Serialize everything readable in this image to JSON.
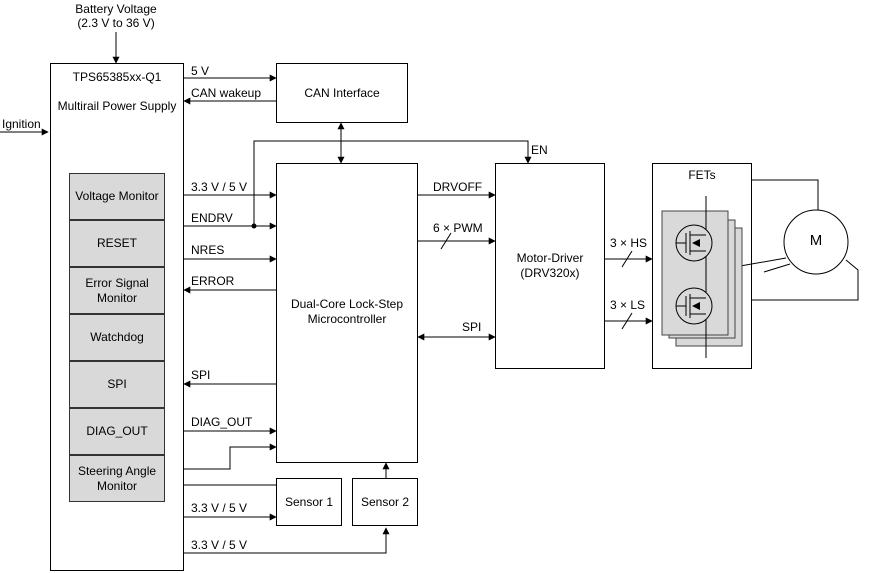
{
  "battery": {
    "line1": "Battery Voltage",
    "line2": "(2.3 V to 36 V)"
  },
  "ignition": "Ignition",
  "pmic": {
    "part": "TPS65385xx-Q1",
    "desc": "Multirail Power Supply"
  },
  "modules": [
    {
      "label": "Voltage Monitor"
    },
    {
      "label": "RESET"
    },
    {
      "label": "Error Signal Monitor"
    },
    {
      "label": "Watchdog"
    },
    {
      "label": "SPI"
    },
    {
      "label": "DIAG_OUT"
    },
    {
      "label": "Steering Angle Monitor"
    }
  ],
  "can": {
    "label": "CAN Interface"
  },
  "mcu": {
    "line1": "Dual-Core Lock-Step",
    "line2": "Microcontroller"
  },
  "driver": {
    "line1": "Motor-Driver",
    "line2": "(DRV320x)"
  },
  "fets": {
    "label": "FETs"
  },
  "motor": {
    "label": "M"
  },
  "sensor1": {
    "label": "Sensor 1"
  },
  "sensor2": {
    "label": "Sensor 2"
  },
  "signals": {
    "v5": "5 V",
    "can_wakeup": "CAN wakeup",
    "en": "EN",
    "v33_5_mcu": "3.3 V / 5 V",
    "endrv": "ENDRV",
    "nres": "NRES",
    "error": "ERROR",
    "spi_pmic": "SPI",
    "diag_out": "DIAG_OUT",
    "v33_5_s1": "3.3 V / 5 V",
    "v33_5_s2": "3.3 V / 5 V",
    "drvoff": "DRVOFF",
    "pwm": "6 × PWM",
    "spi_drv": "SPI",
    "hs": "3 × HS",
    "ls": "3 × LS"
  },
  "colors": {
    "module_fill": "#d9d9d9",
    "fet_fill": "#d9d9d9",
    "line": "#000000"
  }
}
